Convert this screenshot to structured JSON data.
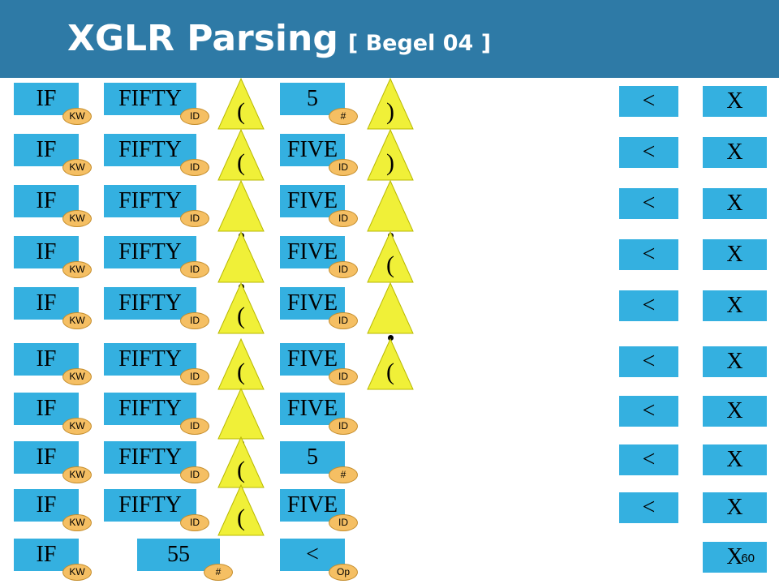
{
  "title": "XGLR Parsing",
  "subtitle": "[ Begel 04 ]",
  "page_number": "60",
  "colors": {
    "header": "#2e7aa6",
    "token_fill": "#34b0e0",
    "badge_fill": "#f5bf63",
    "triangle_fill": "#f0f038"
  },
  "rows": [
    {
      "cells": [
        {
          "type": "token",
          "text": "IF",
          "tag": "KW"
        },
        {
          "type": "token",
          "text": "FIFTY",
          "tag": "ID"
        },
        {
          "type": "tri",
          "glyph": "(",
          "dot": false
        },
        {
          "type": "token",
          "text": "5",
          "tag": "#"
        },
        {
          "type": "tri",
          "glyph": ")",
          "dot": false
        }
      ],
      "stack": [
        "<",
        "X"
      ]
    },
    {
      "cells": [
        {
          "type": "token",
          "text": "IF",
          "tag": "KW"
        },
        {
          "type": "token",
          "text": "FIFTY",
          "tag": "ID"
        },
        {
          "type": "tri",
          "glyph": "(",
          "dot": false
        },
        {
          "type": "token",
          "text": "FIVE",
          "tag": "ID"
        },
        {
          "type": "tri",
          "glyph": ")",
          "dot": false
        }
      ],
      "stack": [
        "<",
        "X"
      ]
    },
    {
      "cells": [
        {
          "type": "token",
          "text": "IF",
          "tag": "KW"
        },
        {
          "type": "token",
          "text": "FIFTY",
          "tag": "ID"
        },
        {
          "type": "tri",
          "glyph": "",
          "dot": true
        },
        {
          "type": "token",
          "text": "FIVE",
          "tag": "ID"
        },
        {
          "type": "tri",
          "glyph": "",
          "dot": true
        }
      ],
      "stack": [
        "<",
        "X"
      ]
    },
    {
      "cells": [
        {
          "type": "token",
          "text": "IF",
          "tag": "KW"
        },
        {
          "type": "token",
          "text": "FIFTY",
          "tag": "ID"
        },
        {
          "type": "tri",
          "glyph": "",
          "dot": true
        },
        {
          "type": "token",
          "text": "FIVE",
          "tag": "ID"
        },
        {
          "type": "tri",
          "glyph": "(",
          "dot": false
        }
      ],
      "stack": [
        "<",
        "X"
      ]
    },
    {
      "cells": [
        {
          "type": "token",
          "text": "IF",
          "tag": "KW"
        },
        {
          "type": "token",
          "text": "FIFTY",
          "tag": "ID"
        },
        {
          "type": "tri",
          "glyph": "(",
          "dot": false
        },
        {
          "type": "token",
          "text": "FIVE",
          "tag": "ID"
        },
        {
          "type": "tri",
          "glyph": "",
          "dot": true
        }
      ],
      "stack": [
        "<",
        "X"
      ]
    },
    {
      "cells": [
        {
          "type": "token",
          "text": "IF",
          "tag": "KW"
        },
        {
          "type": "token",
          "text": "FIFTY",
          "tag": "ID"
        },
        {
          "type": "tri",
          "glyph": "(",
          "dot": false
        },
        {
          "type": "token",
          "text": "FIVE",
          "tag": "ID"
        },
        {
          "type": "tri",
          "glyph": "(",
          "dot": false
        }
      ],
      "stack": [
        "<",
        "X"
      ]
    },
    {
      "cells": [
        {
          "type": "token",
          "text": "IF",
          "tag": "KW"
        },
        {
          "type": "token",
          "text": "FIFTY",
          "tag": "ID"
        },
        {
          "type": "tri",
          "glyph": "",
          "dot": true
        },
        {
          "type": "token",
          "text": "FIVE",
          "tag": "ID"
        }
      ],
      "stack": [
        "<",
        "X"
      ]
    },
    {
      "cells": [
        {
          "type": "token",
          "text": "IF",
          "tag": "KW"
        },
        {
          "type": "token",
          "text": "FIFTY",
          "tag": "ID"
        },
        {
          "type": "tri",
          "glyph": "(",
          "dot": false
        },
        {
          "type": "token",
          "text": "5",
          "tag": "#"
        }
      ],
      "stack": [
        "<",
        "X"
      ]
    },
    {
      "cells": [
        {
          "type": "token",
          "text": "IF",
          "tag": "KW"
        },
        {
          "type": "token",
          "text": "FIFTY",
          "tag": "ID"
        },
        {
          "type": "tri",
          "glyph": "(",
          "dot": false
        },
        {
          "type": "token",
          "text": "FIVE",
          "tag": "ID"
        }
      ],
      "stack": [
        "<",
        "X"
      ]
    },
    {
      "cells": [
        {
          "type": "token",
          "text": "IF",
          "tag": "KW"
        },
        {
          "type": "token",
          "text": "55",
          "tag": "#"
        },
        {
          "type": "token",
          "text": "<",
          "tag": "Op"
        }
      ],
      "stack": [
        "X"
      ]
    }
  ]
}
